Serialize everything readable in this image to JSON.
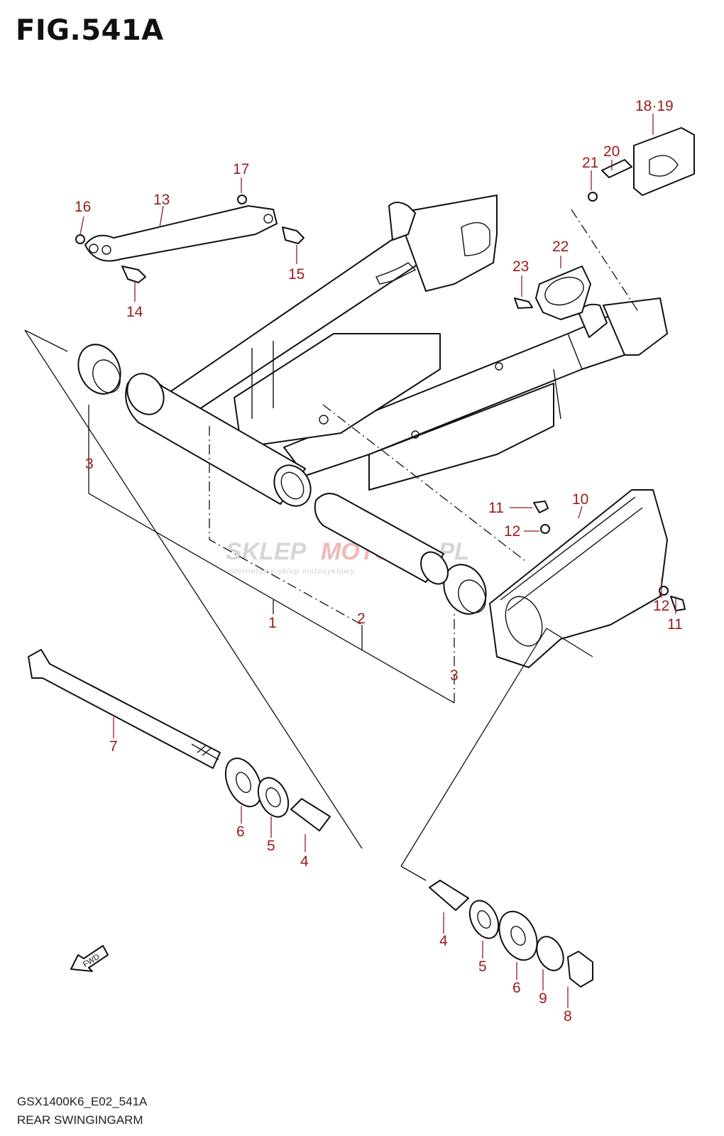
{
  "figure": {
    "title": "FIG.541A",
    "model_code": "GSX1400K6_E02_541A",
    "caption": "REAR SWINGINGARM"
  },
  "watermark": {
    "part1": "SKLEP",
    "part2": "MOTO",
    "part3": "4",
    "part4": ".PL",
    "tagline": "internetowy sklep motocyklowy"
  },
  "fwd_label": "FWD",
  "callouts": [
    "1",
    "2",
    "3",
    "3",
    "4",
    "4",
    "5",
    "5",
    "6",
    "6",
    "7",
    "8",
    "9",
    "10",
    "11",
    "11",
    "12",
    "12",
    "13",
    "14",
    "15",
    "16",
    "17",
    "18·19",
    "20",
    "21",
    "22",
    "23"
  ],
  "colors": {
    "label": "#9b1b1b",
    "line": "#111111"
  }
}
